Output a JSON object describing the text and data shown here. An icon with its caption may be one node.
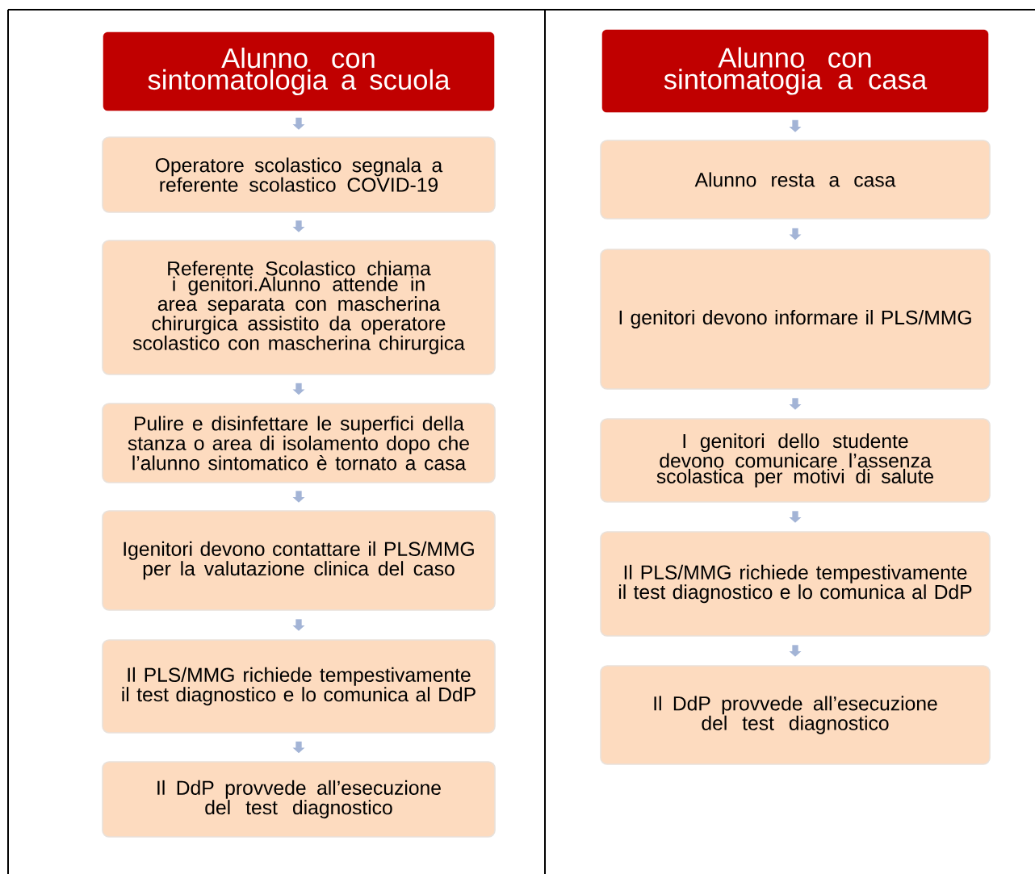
{
  "diagram": {
    "nodes": [
      {
        "text": [
          "Alunno con sintomatologia a scuola"
        ]
      },
      {
        "text": [
          "Operatore scolastico segnala a referente scolastico COVID-19"
        ]
      },
      {
        "text": [
          "Referente Scolastico chiama i genitori.Alunno attende in area separata con mascherina chirurgica assistito da operatore scolastico con mascherina chirurgica"
        ]
      },
      {
        "text": [
          "Pulire e disinfettare le superfici della stanza o area di isolamento dopo che l’alunno sintomatico è tornato a casa"
        ]
      },
      {
        "text": [
          "Igenitori devono contattare il PLS/MMG per la valutazione clinica del caso"
        ]
      },
      {
        "text": [
          "Il PLS/MMG richiede tempestivamente il test diagnostico e lo comunica al DdP"
        ]
      },
      {
        "text": [
          "Il DdP provvede all’esecuzione del test diagnostico"
        ]
      },
      {
        "text": [
          "Alunno con sintomatogia a casa"
        ]
      },
      {
        "text": [
          "Alunno resta a casa"
        ]
      },
      {
        "text": [
          "I genitori devono informare il PLS/MMG"
        ]
      },
      {
        "text": [
          "I genitori dello studente devono comunicare l’assenza scolastica per motivi di salute"
        ]
      },
      {
        "text": [
          "Il PLS/MMG richiede tempestivamente il test diagnostico e lo comunica al DdP"
        ]
      },
      {
        "text": [
          "Il DdP provvede all’esecuzione del test diagnostico"
        ]
      }
    ],
    "edges": [
      {
        "from": 0,
        "to": 1,
        "arrow": "to"
      },
      {
        "from": 1,
        "to": 2,
        "arrow": "to"
      },
      {
        "from": 2,
        "to": 3,
        "arrow": "to"
      },
      {
        "from": 3,
        "to": 4,
        "arrow": "to"
      },
      {
        "from": 4,
        "to": 5,
        "arrow": "to"
      },
      {
        "from": 5,
        "to": 6,
        "arrow": "to"
      },
      {
        "from": 7,
        "to": 8,
        "arrow": "to"
      },
      {
        "from": 8,
        "to": 9,
        "arrow": "to"
      },
      {
        "from": 9,
        "to": 10,
        "arrow": "to"
      },
      {
        "from": 10,
        "to": 11,
        "arrow": "to"
      },
      {
        "from": 11,
        "to": 12,
        "arrow": "to"
      }
    ]
  }
}
